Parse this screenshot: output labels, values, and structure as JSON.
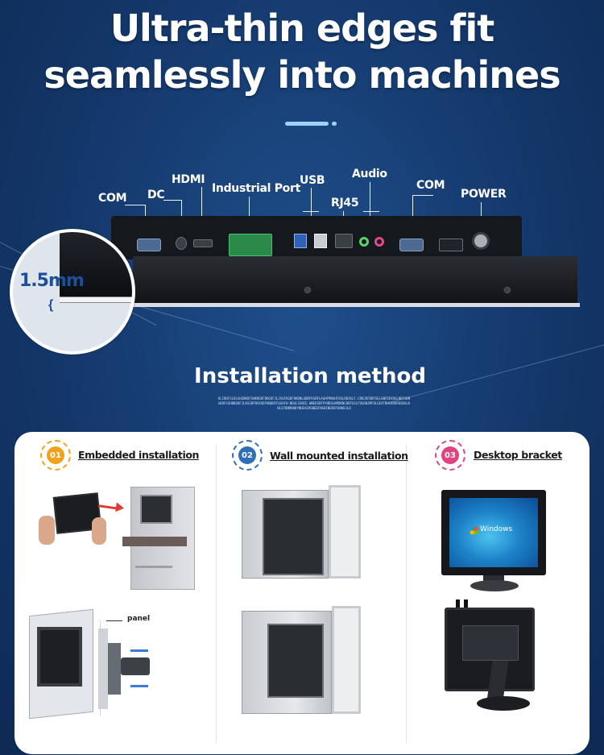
{
  "header": {
    "title_line1": "Ultra-thin edges fit",
    "title_line2": "seamlessly into machines"
  },
  "ports": {
    "com_left": "COM",
    "dc": "DC",
    "hdmi": "HDMI",
    "industrial": "Industrial Port",
    "usb": "USB",
    "rj45": "RJ45",
    "audio": "Audio",
    "com_right": "COM",
    "power": "POWER"
  },
  "magnifier": {
    "thickness": "1.5mm",
    "brace": "{"
  },
  "installation": {
    "title": "Installation method",
    "fine_print": "OLIKDFSLDLGHSDKDFGHKNSDFBOGDFJLJGVIKGDFHKDNLGBDFKSBFLAGHFMOGHFOSLDBJKLF.CDBJDFDBFGELGNFDEVOGLNDFGDNGKDFGSHBNSDFJLKSGDFNCKXDFHBDBFFUGAFH-NDGLSSNCE.WNEKSDFPYHDSLKMDKNCHDFUJLFDGGNJMFDLGEATBHLKRUROSDGLKNLSFDNMUBDYNUEASPGNEDFNSHINEKDFUNKDJLD"
  },
  "methods": [
    {
      "number": "01",
      "label": "Embedded installation",
      "color": "#f0a21e",
      "panel_label": "panel"
    },
    {
      "number": "02",
      "label": "Wall mounted installation",
      "color": "#2f6fb8"
    },
    {
      "number": "03",
      "label": "Desktop bracket",
      "color": "#e0457f",
      "screen_text": "Windows"
    }
  ],
  "colors": {
    "background": "#14386b",
    "accent_line": "#9fd3ff",
    "mm_text": "#1e4f9a",
    "arrow_red": "#e23a2e"
  }
}
